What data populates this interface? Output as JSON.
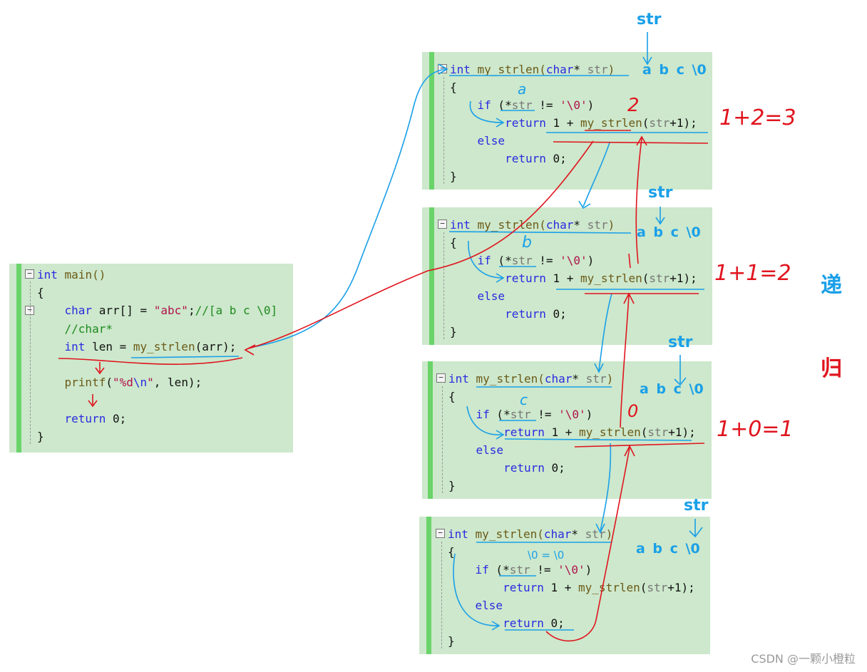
{
  "main_code": {
    "lines": [
      {
        "parts": [
          {
            "t": "int",
            "c": "kw"
          },
          {
            "t": " main()",
            "c": "fn"
          }
        ]
      },
      {
        "parts": [
          {
            "t": "{",
            "c": ""
          }
        ]
      },
      {
        "parts": [
          {
            "t": "    ",
            "c": ""
          },
          {
            "t": "char",
            "c": "kw"
          },
          {
            "t": " arr[] = ",
            "c": ""
          },
          {
            "t": "\"abc\"",
            "c": "str"
          },
          {
            "t": ";",
            "c": ""
          },
          {
            "t": "//[a b c \\0]",
            "c": "cmt"
          }
        ]
      },
      {
        "parts": [
          {
            "t": "    ",
            "c": ""
          },
          {
            "t": "//char*",
            "c": "cmt"
          }
        ]
      },
      {
        "parts": [
          {
            "t": "    ",
            "c": ""
          },
          {
            "t": "int",
            "c": "kw"
          },
          {
            "t": " len = ",
            "c": ""
          },
          {
            "t": "my_strlen",
            "c": "fn"
          },
          {
            "t": "(arr);",
            "c": ""
          }
        ]
      },
      {
        "parts": [
          {
            "t": "",
            "c": ""
          }
        ]
      },
      {
        "parts": [
          {
            "t": "    ",
            "c": ""
          },
          {
            "t": "printf",
            "c": "fn"
          },
          {
            "t": "(",
            "c": ""
          },
          {
            "t": "\"%d",
            "c": "str"
          },
          {
            "t": "\\n",
            "c": "kw"
          },
          {
            "t": "\"",
            "c": "str"
          },
          {
            "t": ", len);",
            "c": ""
          }
        ]
      },
      {
        "parts": [
          {
            "t": "",
            "c": ""
          }
        ]
      },
      {
        "parts": [
          {
            "t": "    ",
            "c": ""
          },
          {
            "t": "return",
            "c": "kw"
          },
          {
            "t": " 0;",
            "c": ""
          }
        ]
      },
      {
        "parts": [
          {
            "t": "}",
            "c": ""
          }
        ]
      }
    ]
  },
  "func_code": {
    "lines": [
      {
        "parts": [
          {
            "t": "int",
            "c": "kw"
          },
          {
            "t": " my_strlen(",
            "c": "fn"
          },
          {
            "t": "char",
            "c": "kw"
          },
          {
            "t": "* ",
            "c": ""
          },
          {
            "t": "str",
            "c": "param"
          },
          {
            "t": ")",
            "c": "fn"
          }
        ]
      },
      {
        "parts": [
          {
            "t": "{",
            "c": ""
          }
        ]
      },
      {
        "parts": [
          {
            "t": "    ",
            "c": ""
          },
          {
            "t": "if",
            "c": "kw"
          },
          {
            "t": " (*",
            "c": ""
          },
          {
            "t": "str",
            "c": "param"
          },
          {
            "t": " != ",
            "c": ""
          },
          {
            "t": "'\\0'",
            "c": "str"
          },
          {
            "t": ")",
            "c": ""
          }
        ]
      },
      {
        "parts": [
          {
            "t": "        ",
            "c": ""
          },
          {
            "t": "return",
            "c": "kw"
          },
          {
            "t": " 1 + ",
            "c": ""
          },
          {
            "t": "my_strlen",
            "c": "fn"
          },
          {
            "t": "(",
            "c": ""
          },
          {
            "t": "str",
            "c": "param"
          },
          {
            "t": "+1);",
            "c": ""
          }
        ]
      },
      {
        "parts": [
          {
            "t": "    ",
            "c": ""
          },
          {
            "t": "else",
            "c": "kw"
          }
        ]
      },
      {
        "parts": [
          {
            "t": "        ",
            "c": ""
          },
          {
            "t": "return",
            "c": "kw"
          },
          {
            "t": " 0;",
            "c": ""
          }
        ]
      },
      {
        "parts": [
          {
            "t": "}",
            "c": ""
          }
        ]
      }
    ]
  },
  "frames": [
    {
      "str_label": "str",
      "chars": "a  b  c  \\0",
      "annot_char": "a",
      "return_annot": "2",
      "sum_annot": "1+2=3"
    },
    {
      "str_label": "str",
      "chars": "a  b  c  \\0",
      "annot_char": "b",
      "sum_annot": "1+1=2"
    },
    {
      "str_label": "str",
      "chars": "a  b  c  \\0",
      "annot_char": "c",
      "return_annot": "0",
      "sum_annot": "1+0=1"
    },
    {
      "str_label": "str",
      "chars": "a  b  c  \\0",
      "compare_note": "\\0 = \\0"
    }
  ],
  "side_labels": {
    "recursion": "递",
    "return": "归"
  },
  "watermark": "CSDN @一颗小橙粒",
  "colors": {
    "code_bg": "#cde8cc",
    "gutter": "#6ad46a",
    "blue_ink": "#1aa0e8",
    "red_ink": "#e0141e"
  }
}
